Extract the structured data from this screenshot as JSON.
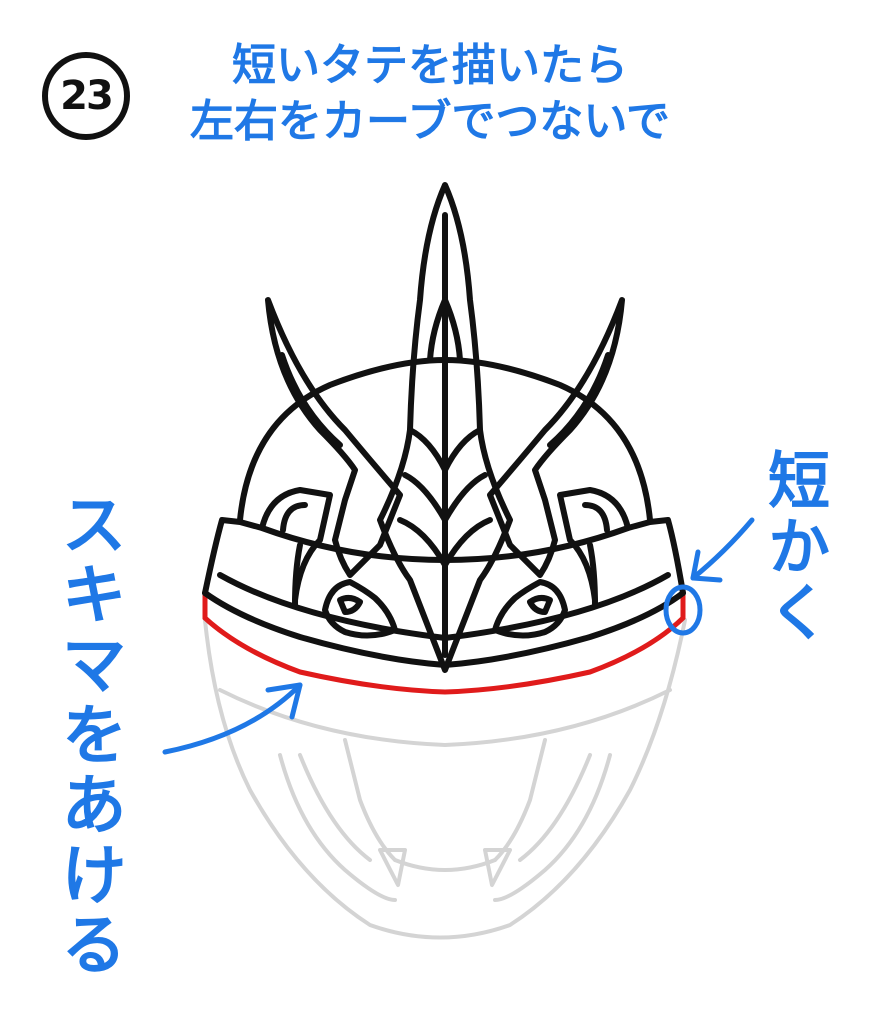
{
  "step": {
    "number": "23"
  },
  "title": {
    "line1": "短いタテを描いたら",
    "line2": "左右をカーブでつないで"
  },
  "annotations": {
    "gap": "スキマをあける",
    "short": "短かく"
  },
  "colors": {
    "accent_blue": "#1f78e6",
    "highlight_red": "#e01b1b",
    "ink": "#111111",
    "guide_gray": "#d4d4d4"
  }
}
